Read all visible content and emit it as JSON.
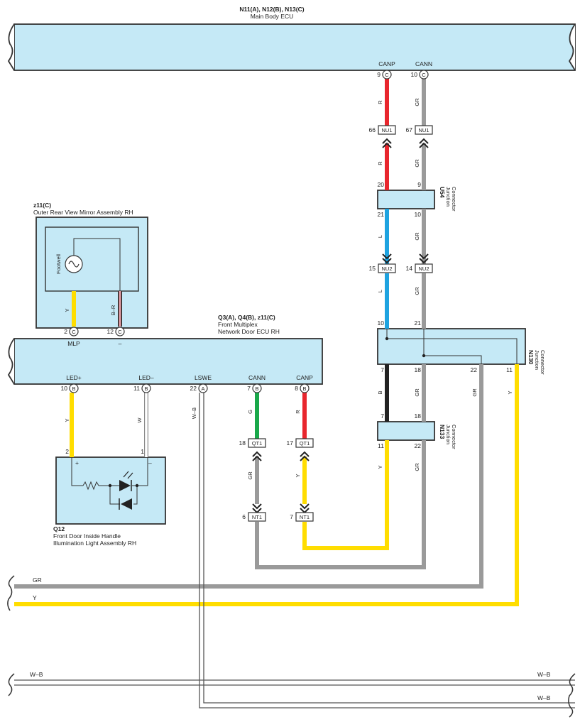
{
  "components": {
    "main_ecu": {
      "code": "N11(A), N12(B), N13(C)",
      "name": "Main Body ECU",
      "pins": [
        {
          "num": "9",
          "conn": "C",
          "signal": "CANP"
        },
        {
          "num": "10",
          "conn": "C",
          "signal": "CANN"
        }
      ]
    },
    "mirror": {
      "code": "z11(C)",
      "name": "Outer Rear View Mirror Assembly RH",
      "inner_label": "Footwell"
    },
    "door_ecu": {
      "code": "Q3(A), Q4(B), z11(C)",
      "name_line1": "Front Multiplex",
      "name_line2": "Network Door ECU RH",
      "pins": [
        {
          "num": "2",
          "conn": "C",
          "signal": "MLP"
        },
        {
          "num": "12",
          "conn": "C",
          "signal": "–"
        },
        {
          "num": "10",
          "conn": "B",
          "signal": "LED+"
        },
        {
          "num": "11",
          "conn": "B",
          "signal": "LED–"
        },
        {
          "num": "22",
          "conn": "A",
          "signal": "LSWE"
        },
        {
          "num": "7",
          "conn": "B",
          "signal": "CANN"
        },
        {
          "num": "8",
          "conn": "B",
          "signal": "CANP"
        }
      ]
    },
    "light": {
      "code": "Q12",
      "name_line1": "Front Door Inside Handle",
      "name_line2": "Illumination Light Assembly RH",
      "pin_plus": "2",
      "pin_minus": "1",
      "plus": "+",
      "minus": "–"
    },
    "u54": {
      "code": "U54",
      "name_line1": "Junction",
      "name_line2": "Connector",
      "pins_top": [
        "20",
        "9"
      ],
      "pins_bottom": [
        "21",
        "10"
      ]
    },
    "n130": {
      "code": "N130",
      "name_line1": "Junction",
      "name_line2": "Connector",
      "pins_top": [
        "10",
        "21"
      ],
      "pins_bottom": [
        "7",
        "18",
        "22",
        "11"
      ]
    },
    "n133": {
      "code": "N133",
      "name_line1": "Junction",
      "name_line2": "Connector",
      "pins_top": [
        "7",
        "18"
      ],
      "pins_bottom": [
        "11",
        "22"
      ]
    }
  },
  "connectors": {
    "nu1_left": {
      "pin": "66",
      "label": "NU1"
    },
    "nu1_right": {
      "pin": "67",
      "label": "NU1"
    },
    "nu2_left": {
      "pin": "15",
      "label": "NU2"
    },
    "nu2_right": {
      "pin": "14",
      "label": "NU2"
    },
    "qt1_left": {
      "pin": "18",
      "label": "QT1"
    },
    "qt1_right": {
      "pin": "17",
      "label": "QT1"
    },
    "nt1_left": {
      "pin": "6",
      "label": "NT1"
    },
    "nt1_right": {
      "pin": "7",
      "label": "NT1"
    }
  },
  "wire_labels": {
    "mirror_left": "Y",
    "mirror_right": "B–R",
    "canp_upper": "R",
    "cann_upper": "GR",
    "canp_mid": "R",
    "cann_mid": "GR",
    "u54_left": "L",
    "u54_right": "GR",
    "nu2_left": "L",
    "nu2_right": "GR",
    "n130_b": "B",
    "n130_gr1": "GR",
    "n130_gr2": "GR",
    "n130_y": "Y",
    "n133_y": "Y",
    "n133_gr": "GR",
    "led_plus": "Y",
    "led_minus": "W",
    "lswe": "W–B",
    "cann_door": "G",
    "canp_door": "R",
    "qt_left": "GR",
    "qt_right": "Y",
    "bus_gr": "GR",
    "bus_y": "Y",
    "wb_left": "W–B",
    "wb_right_1": "W–B",
    "wb_right_2": "W–B"
  },
  "colors": {
    "red": "#e8262d",
    "gray": "#9a9a9a",
    "blue": "#1ea3e0",
    "yellow": "#ffdd00",
    "green": "#19a84a",
    "black": "#222222",
    "pink": "#e8a0a8",
    "box_fill": "#c5e9f6"
  }
}
